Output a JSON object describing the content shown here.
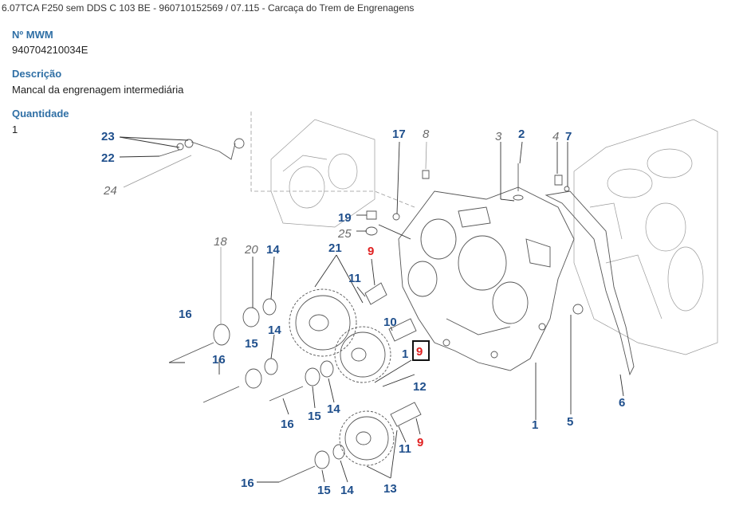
{
  "header": {
    "title": "6.07TCA F250 sem DDS C 103 BE - 960710152569  /  07.115 - Carcaça do Trem de Engrenagens"
  },
  "fields": [
    {
      "label": "Nº MWM",
      "value": "940704210034E"
    },
    {
      "label": "Descrição",
      "value": "Mancal da engrenagem intermediária"
    },
    {
      "label": "Quantidade",
      "value": "1"
    }
  ],
  "diagram": {
    "callouts": [
      "23",
      "22",
      "24",
      "17",
      "8",
      "3",
      "2",
      "4",
      "7",
      "19",
      "25",
      "18",
      "20",
      "14",
      "21",
      "9",
      "11",
      "16",
      "14",
      "10",
      "15",
      "16",
      "1",
      "9",
      "11",
      "12",
      "5",
      "6",
      "14",
      "15",
      "16",
      "1",
      "9",
      "11",
      "16",
      "15",
      "14",
      "13"
    ],
    "highlighted_callout": "9"
  },
  "colors": {
    "label_blue": "#2f6fa5",
    "callout_blue": "#1f4f8c",
    "callout_red": "#e02020",
    "callout_grey": "#6b6b6b"
  }
}
